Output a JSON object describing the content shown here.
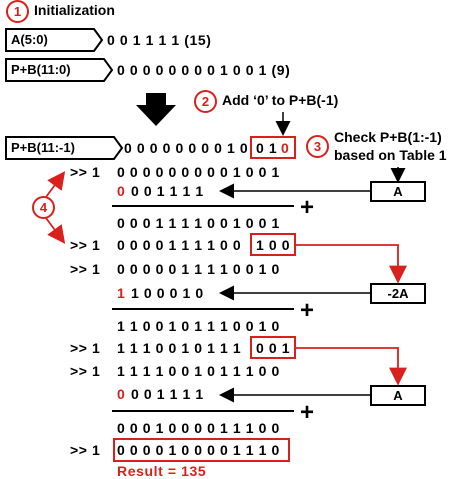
{
  "steps": {
    "s1": {
      "num": "1",
      "text": "Initialization"
    },
    "s2": {
      "num": "2",
      "text": "Add ‘0’ to P+B(-1)"
    },
    "s3": {
      "num": "3",
      "text_line1": "Check P+B(1:-1)",
      "text_line2": "based on Table 1"
    },
    "s4": {
      "num": "4"
    }
  },
  "registers": {
    "a": {
      "label": "A(5:0)",
      "value": "0 0 1 1 1 1 (15)"
    },
    "pb_init": {
      "label": "P+B(11:0)",
      "value": "0 0 0 0 0 0 0 0 1 0 0 1 (9)"
    },
    "pb_ext": {
      "label": "P+B(11:-1)",
      "value_main": "0 0 0 0 0 0 0 0 1 0",
      "value_box_a": "0 1",
      "value_box_b": "0"
    }
  },
  "rows": {
    "r1": {
      "prefix": ">> 1",
      "value": "0 0 0 0 0 0 0 0 0 1 0 0 1"
    },
    "r2": {
      "lead": "0",
      "value": "0 0 1 1 1 1"
    },
    "r3": {
      "value": "0 0 0 1 1 1 1 0 0 1 0 0 1"
    },
    "r4": {
      "prefix": ">> 1",
      "value_main": "0 0 0 0 1 1 1 1 0 0",
      "value_box": "1 0 0"
    },
    "r5": {
      "prefix": ">> 1",
      "value": "0 0 0 0 0 1 1 1 1 0 0 1 0"
    },
    "r6": {
      "lead": "1",
      "value": "1 0 0 0 1 0"
    },
    "r7": {
      "value": "1 1 0 0 1 0 1 1 1 0 0 1 0"
    },
    "r8": {
      "prefix": ">> 1",
      "value_main": "1 1 1 0 0 1 0 1 1 1",
      "value_box": "0 0 1"
    },
    "r9": {
      "prefix": ">> 1",
      "value": "1 1 1 1 0 0 1 0 1 1 1 0 0"
    },
    "r10": {
      "lead": "0",
      "value": "0 0 1 1 1 1"
    },
    "r11": {
      "value": "0 0 0 1 0 0 0 0 1 1 1 0 0"
    },
    "r12": {
      "prefix": ">> 1",
      "value": "0 0 0 0 1 0 0 0 0 1 1 1 0"
    }
  },
  "operand_boxes": {
    "b1": "A",
    "b2": "-2A",
    "b3": "A"
  },
  "plus_signs": [
    "+",
    "+",
    "+"
  ],
  "result": "Result = 135",
  "colors": {
    "accent": "#d9201c",
    "ink": "#000000"
  }
}
